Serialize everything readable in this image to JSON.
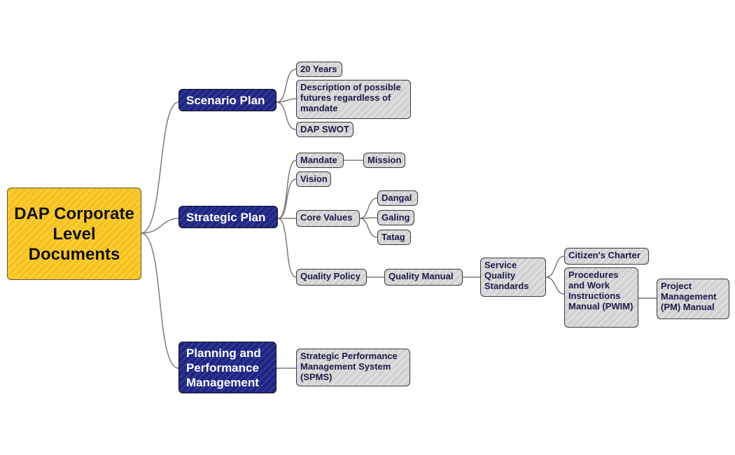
{
  "root": {
    "label": "DAP Corporate Level Documents",
    "color": "#f7c31a"
  },
  "branches": {
    "scenario_plan": "Scenario Plan",
    "strategic_plan": "Strategic Plan",
    "planning_performance": "Planning and Performance Management"
  },
  "scenario": {
    "years": "20 Years",
    "description": "Description of possible futures regardless of mandate",
    "swot": "DAP SWOT"
  },
  "strategic": {
    "mandate": "Mandate",
    "mission": "Mission",
    "vision": "Vision",
    "core_values": "Core Values",
    "values": {
      "dangal": "Dangal",
      "galing": "Galing",
      "tatag": "Tatag"
    },
    "quality_policy": "Quality Policy",
    "quality_manual": "Quality Manual",
    "service_quality": "Service Quality Standards",
    "citizens_charter": "Citizen's Charter",
    "pwim": "Procedures and Work Instructions Manual (PWIM)",
    "pm_manual": "Project Management (PM) Manual"
  },
  "performance": {
    "spms": "Strategic Performance Management System (SPMS)"
  },
  "colors": {
    "branch": "#1f2585",
    "leaf": "#d2d2d2",
    "link": "#7a7a7a"
  }
}
